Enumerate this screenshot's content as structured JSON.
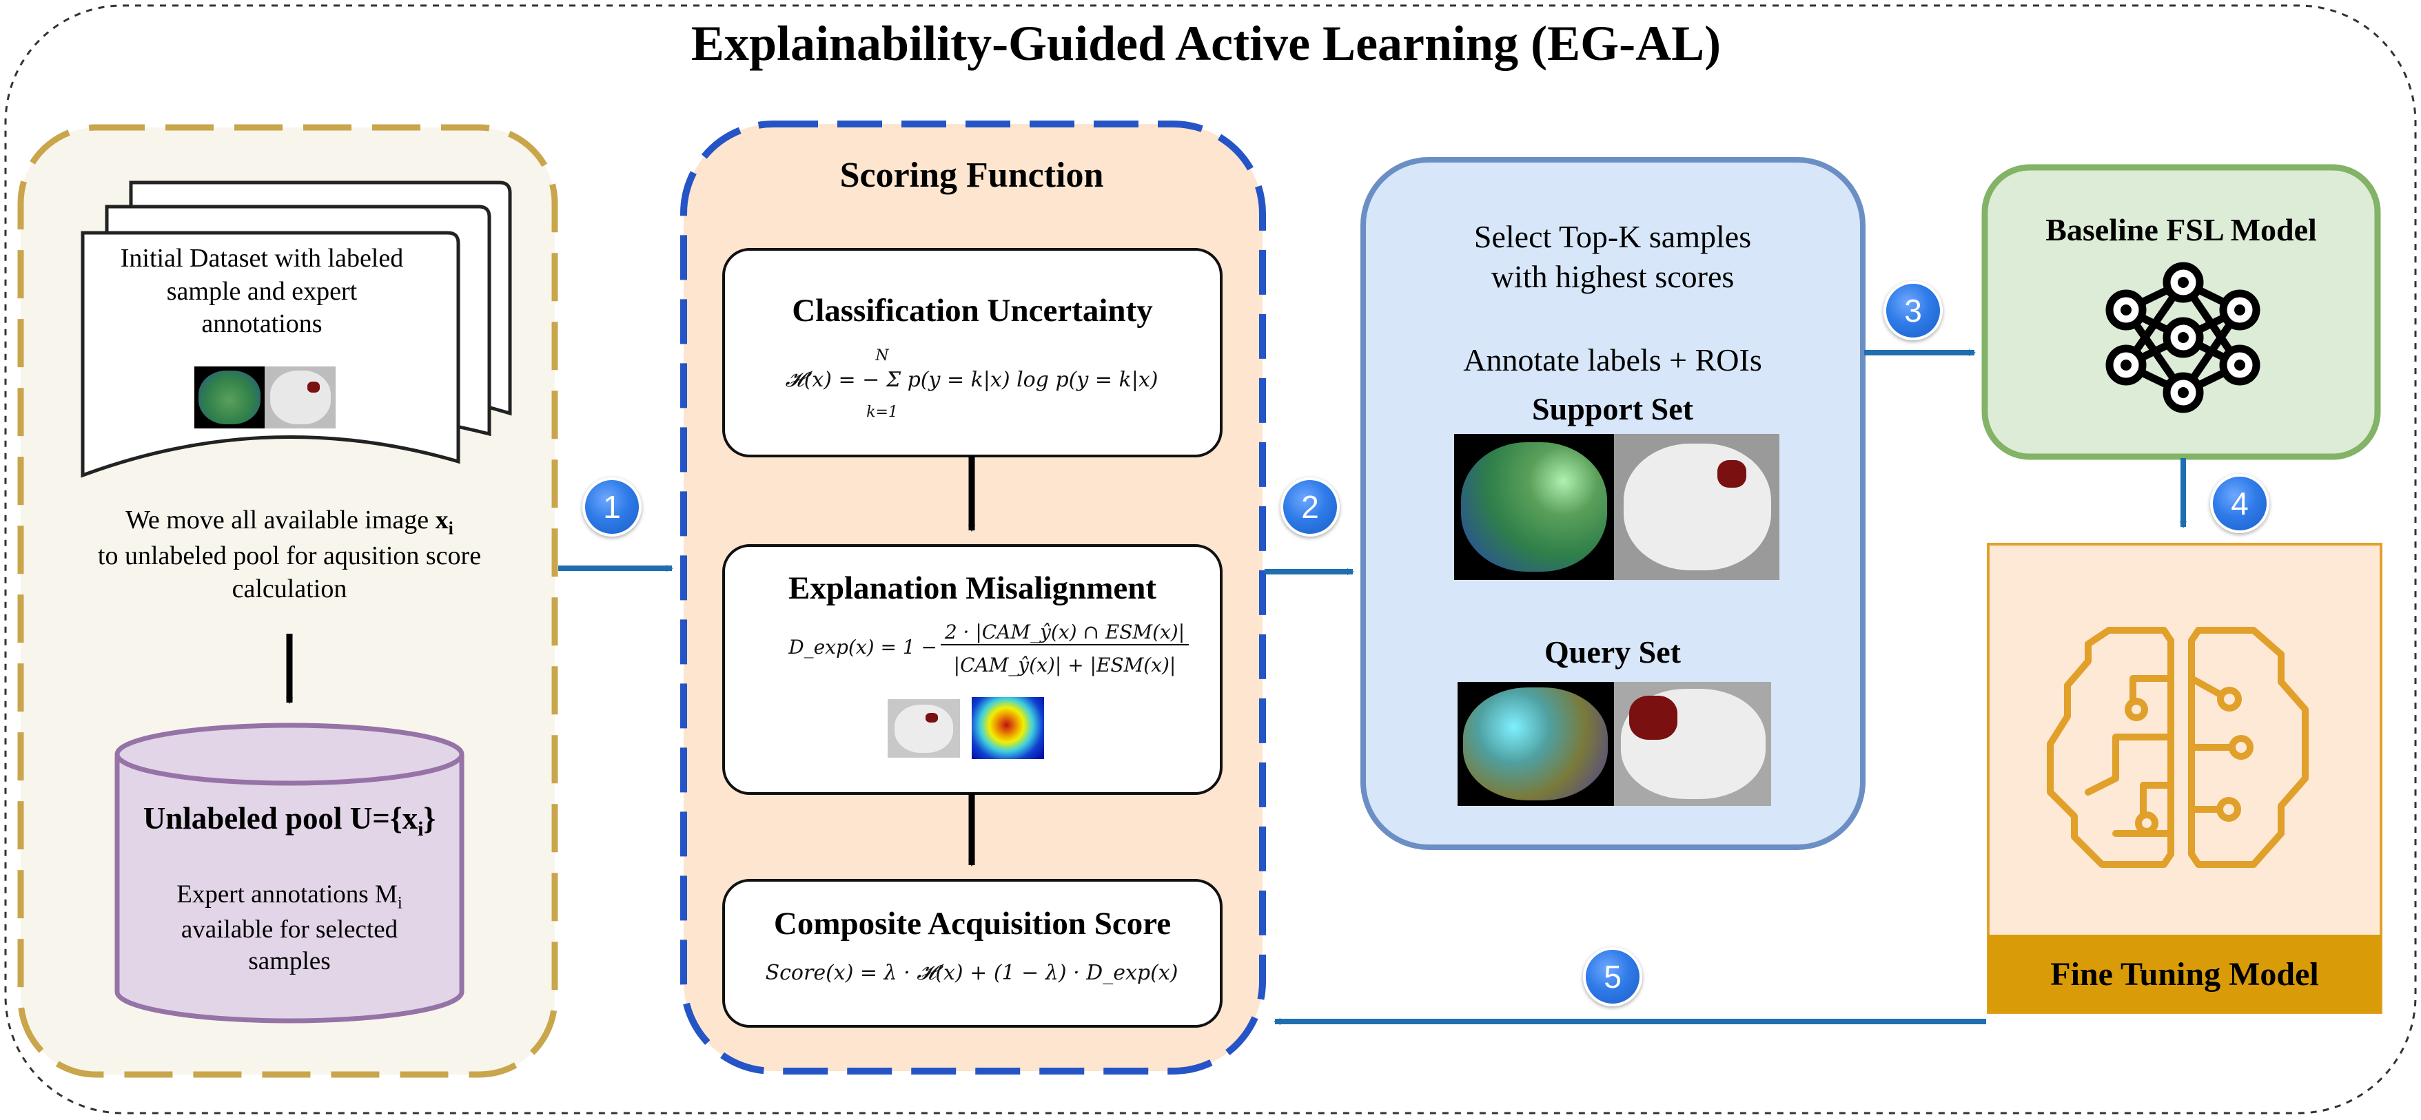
{
  "title": "Explainability-Guided Active Learning (EG-AL)",
  "left_panel": {
    "dataset_text": "Initial Dataset with labeled sample and expert annotations",
    "move_text_1": "We move all available image",
    "move_var": "x",
    "move_sub": "i",
    "move_text_2": "to unlabeled pool for aqusition score calculation",
    "pool_title": "Unlabeled pool U={x",
    "pool_sub": "i",
    "pool_close": "}",
    "pool_text_1": "Expert annotations M",
    "pool_text_sub": "i",
    "pool_text_2": "available for selected samples"
  },
  "scoring": {
    "title": "Scoring Function",
    "box1_title": "Classification Uncertainty",
    "box1_formula": "𝓗(x) = − Σ p(y = k|x) log p(y = k|x)",
    "box1_sum_top": "N",
    "box1_sum_bottom": "k=1",
    "box2_title": "Explanation Misalignment",
    "box2_lhs": "D_exp(x) = 1 −",
    "box2_num": "2 · |CAM_ŷ(x) ∩ ESM(x)|",
    "box2_den": "|CAM_ŷ(x)| + |ESM(x)|",
    "box3_title": "Composite Acquisition Score",
    "box3_formula": "Score(x) = λ · 𝓗(x) + (1 − λ) · D_exp(x)"
  },
  "selection": {
    "line1": "Select Top-K samples",
    "line2": "with highest scores",
    "annotate": "Annotate labels + ROIs",
    "support": "Support Set",
    "query": "Query Set"
  },
  "baseline": {
    "title": "Baseline FSL Model"
  },
  "finetune": {
    "title": "Fine Tuning Model"
  },
  "steps": [
    "1",
    "2",
    "3",
    "4",
    "5"
  ],
  "colors": {
    "left_bg": "#f8f5ec",
    "left_border": "#c9a54c",
    "scoring_bg": "#fde5cf",
    "scoring_border": "#2554c7",
    "selection_bg": "#d7e6f8",
    "selection_border": "#6b8fc4",
    "baseline_bg": "#dcecd6",
    "baseline_border": "#82b366",
    "finetune_bg": "#fde9d6",
    "finetune_border": "#e0a02a",
    "finetune_band": "#d99b08",
    "pool_bg": "#e1d5e7",
    "pool_border": "#9673a6",
    "arrow": "#1f6fb0"
  },
  "icons": [
    "neural-network-icon",
    "brain-circuit-icon"
  ]
}
